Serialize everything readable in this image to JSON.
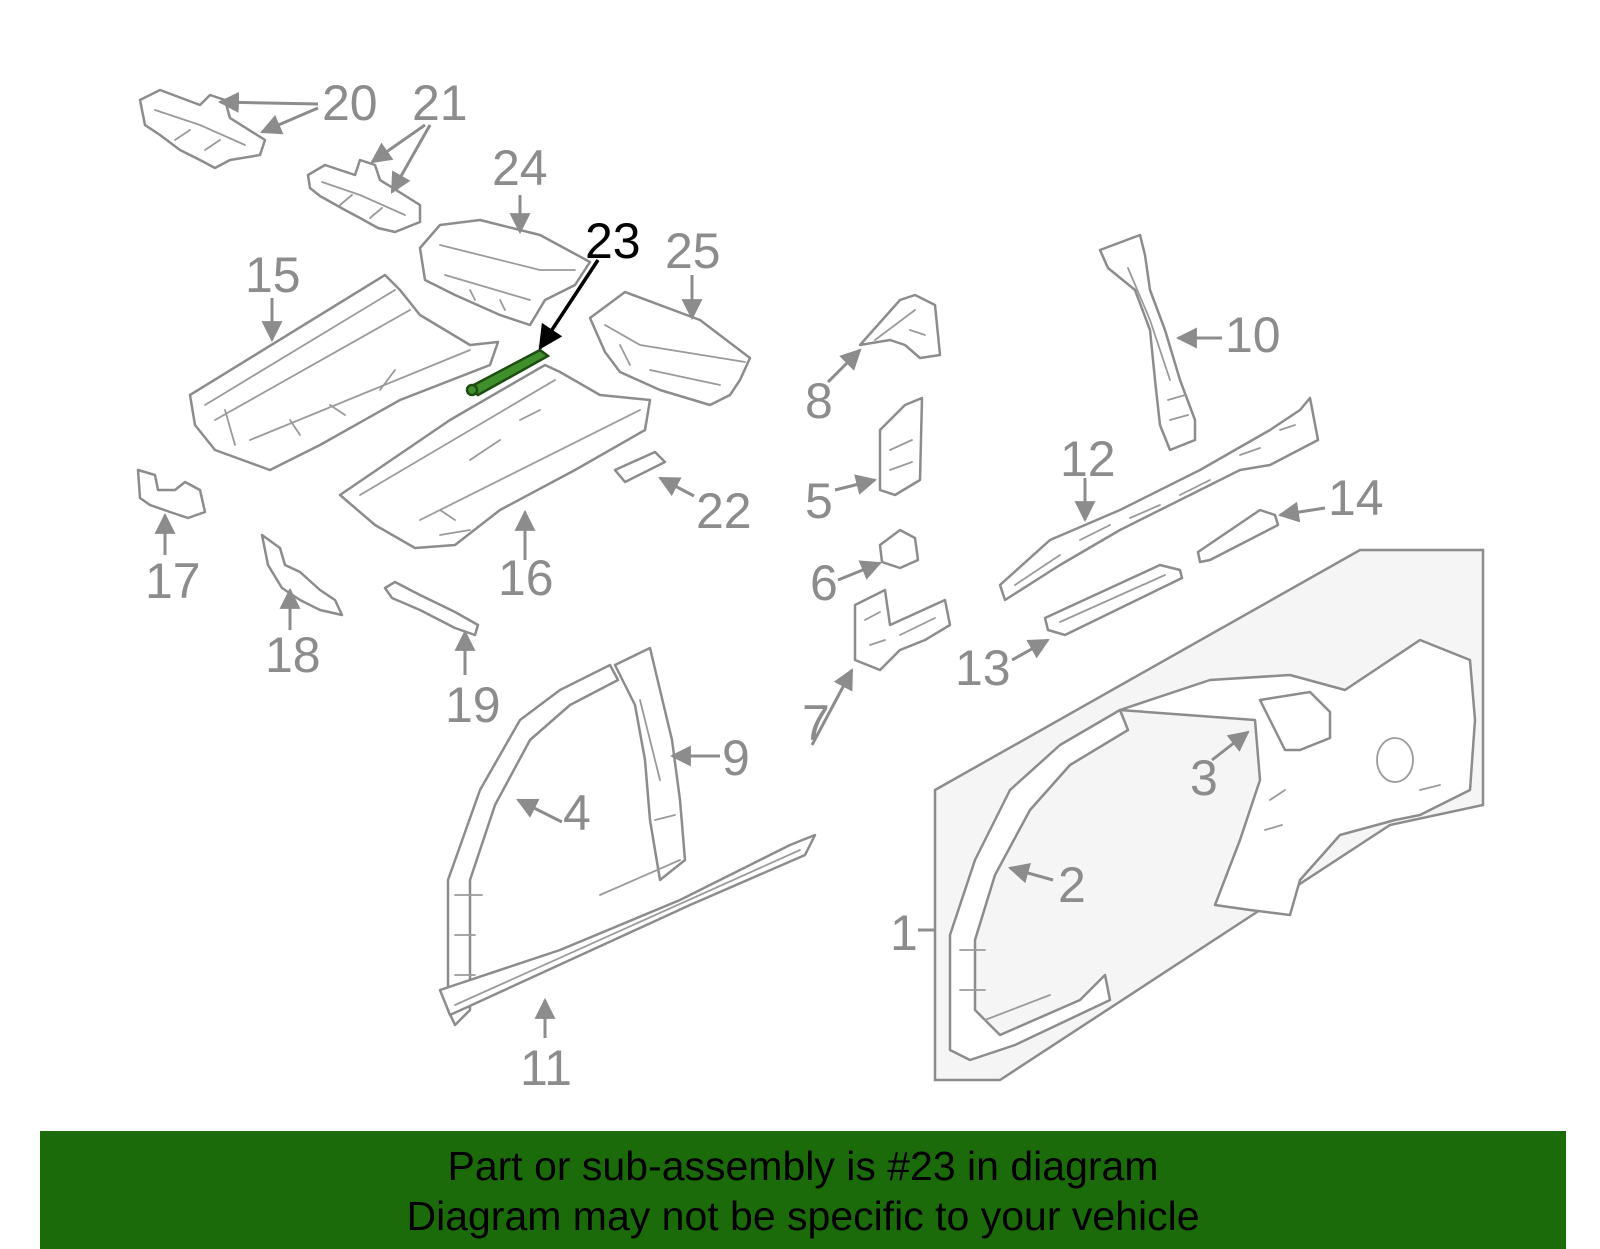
{
  "diagram": {
    "highlighted_part": "23",
    "callouts": [
      "1",
      "2",
      "3",
      "4",
      "5",
      "6",
      "7",
      "8",
      "9",
      "10",
      "11",
      "12",
      "13",
      "14",
      "15",
      "16",
      "17",
      "18",
      "19",
      "20",
      "21",
      "22",
      "23",
      "24",
      "25"
    ]
  },
  "colors": {
    "line": "#8c8c8c",
    "highlight": "#3f8f2c",
    "banner": "#1b6b0a"
  },
  "banner": {
    "line1": "Part or sub-assembly is #23 in diagram",
    "line2": "Diagram may not be specific to your vehicle"
  }
}
